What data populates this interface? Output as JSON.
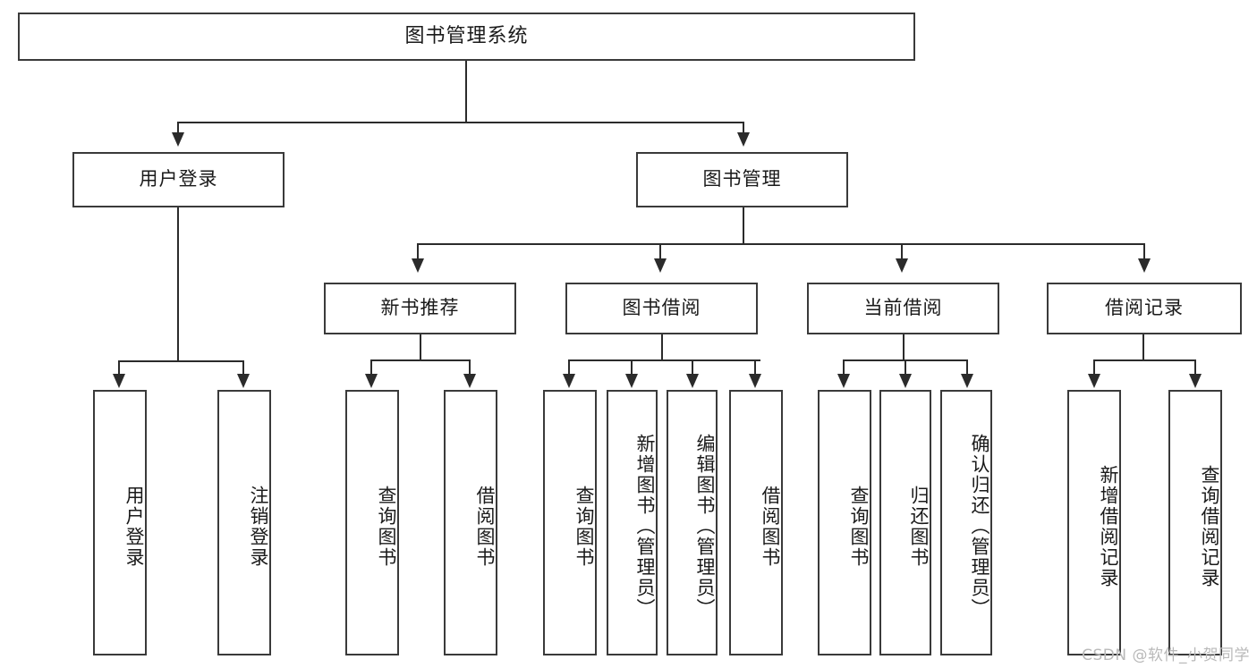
{
  "diagram": {
    "title": "图书管理系统",
    "type": "tree",
    "watermark": "CSDN @软件_小贺同学",
    "colors": {
      "box_border": "#3a3a3a",
      "connector": "#2b2b2b",
      "background": "#ffffff",
      "text": "#1a1a1a",
      "watermark": "#b9b9b9"
    },
    "levels": {
      "root": {
        "label": "图书管理系统"
      },
      "level2": [
        {
          "label": "用户登录"
        },
        {
          "label": "图书管理"
        }
      ],
      "level3": [
        {
          "label": "新书推荐"
        },
        {
          "label": "图书借阅"
        },
        {
          "label": "当前借阅"
        },
        {
          "label": "借阅记录"
        }
      ],
      "leaves": [
        {
          "label": "用户登录",
          "parent": "用户登录"
        },
        {
          "label": "注销登录",
          "parent": "用户登录"
        },
        {
          "label": "查询图书",
          "parent": "新书推荐"
        },
        {
          "label": "借阅图书",
          "parent": "新书推荐"
        },
        {
          "label": "查询图书",
          "parent": "图书借阅"
        },
        {
          "label": "新增图书（管理员）",
          "parent": "图书借阅"
        },
        {
          "label": "编辑图书（管理员）",
          "parent": "图书借阅"
        },
        {
          "label": "借阅图书",
          "parent": "图书借阅"
        },
        {
          "label": "查询图书",
          "parent": "当前借阅"
        },
        {
          "label": "归还图书",
          "parent": "当前借阅"
        },
        {
          "label": "确认归还（管理员）",
          "parent": "当前借阅"
        },
        {
          "label": "新增借阅记录",
          "parent": "借阅记录"
        },
        {
          "label": "查询借阅记录",
          "parent": "借阅记录"
        }
      ]
    }
  }
}
